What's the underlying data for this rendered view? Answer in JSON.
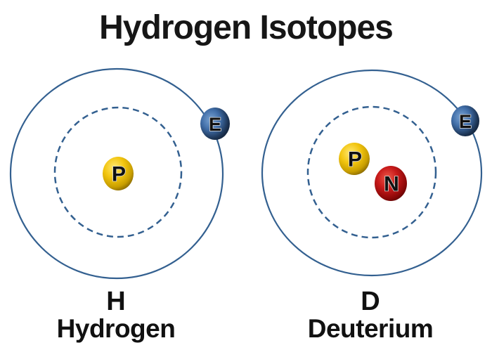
{
  "title": "Hydrogen Isotopes",
  "atoms": [
    {
      "symbol": "H",
      "name": "Hydrogen",
      "particles": {
        "proton": "P",
        "electron": "E"
      }
    },
    {
      "symbol": "D",
      "name": "Deuterium",
      "particles": {
        "proton": "P",
        "neutron": "N",
        "electron": "E"
      }
    }
  ],
  "colors": {
    "background": "#ffffff",
    "title_text": "#161616",
    "label_text": "#111111",
    "orbit": "#336090",
    "proton_highlight": "#ffe873",
    "proton_main": "#f2c50f",
    "proton_shade": "#c89e00",
    "proton_rim": "#6f5400",
    "neutron_highlight": "#ef5a4b",
    "neutron_main": "#c81a1a",
    "neutron_shade": "#8c0808",
    "neutron_rim": "#420000",
    "electron_highlight": "#7ca6d6",
    "electron_main": "#3f6ca6",
    "electron_shade": "#1d3555",
    "electron_rim": "#0b1422",
    "particle_letter": "#101010",
    "particle_letter_outline": "#d9d9d9"
  }
}
